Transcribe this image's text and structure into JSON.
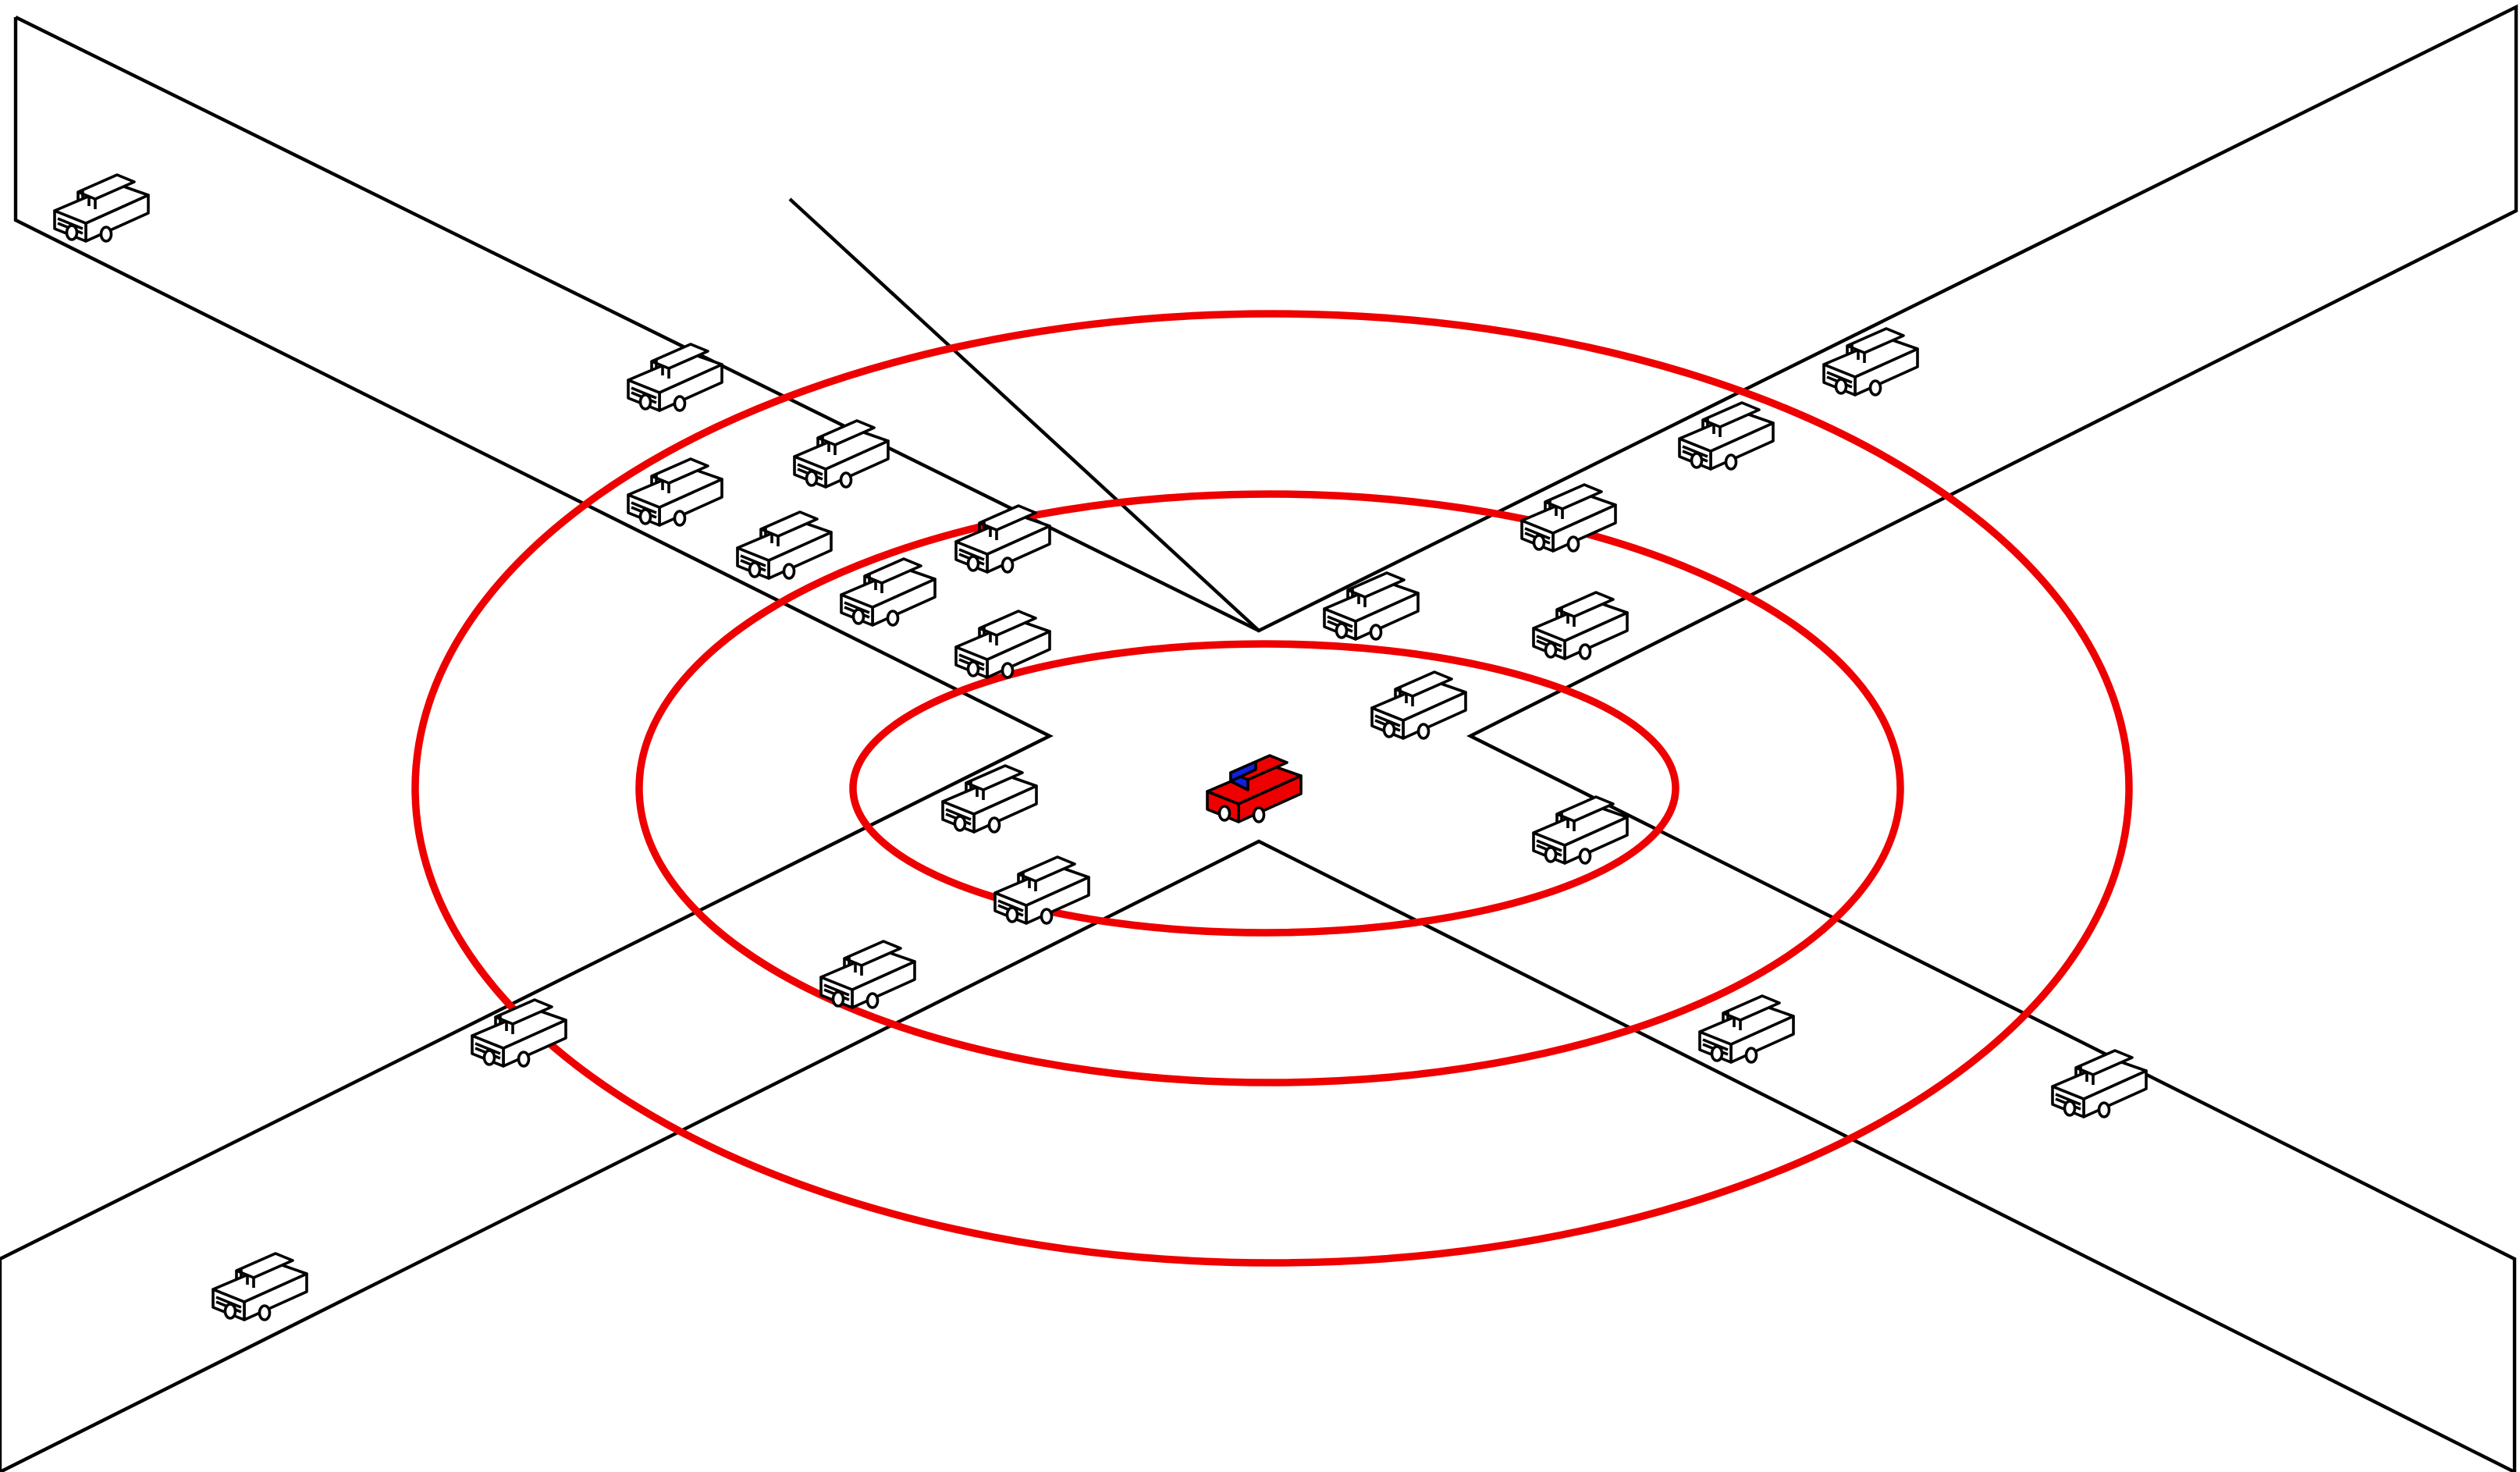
{
  "scene": {
    "description_none": "",
    "colors": {
      "background": "#ffffff",
      "road_line": "#000000",
      "ring": "#ee0000",
      "car_outline": "#000000",
      "car_body": "#ffffff",
      "ego_body": "#ee0000",
      "ego_window": "#1020e0"
    },
    "icons": {
      "ego": "ego-vehicle-icon",
      "other": "car-icon"
    },
    "rings": [
      {
        "name": "inner-range-ring"
      },
      {
        "name": "middle-range-ring"
      },
      {
        "name": "outer-range-ring"
      }
    ],
    "roads": [
      {
        "name": "road-west-arm"
      },
      {
        "name": "road-north-east-arm"
      },
      {
        "name": "road-south-west-arm"
      },
      {
        "name": "road-south-east-arm"
      }
    ],
    "ego_vehicle": {
      "name": "ego-vehicle"
    },
    "vehicle_count": 22
  }
}
